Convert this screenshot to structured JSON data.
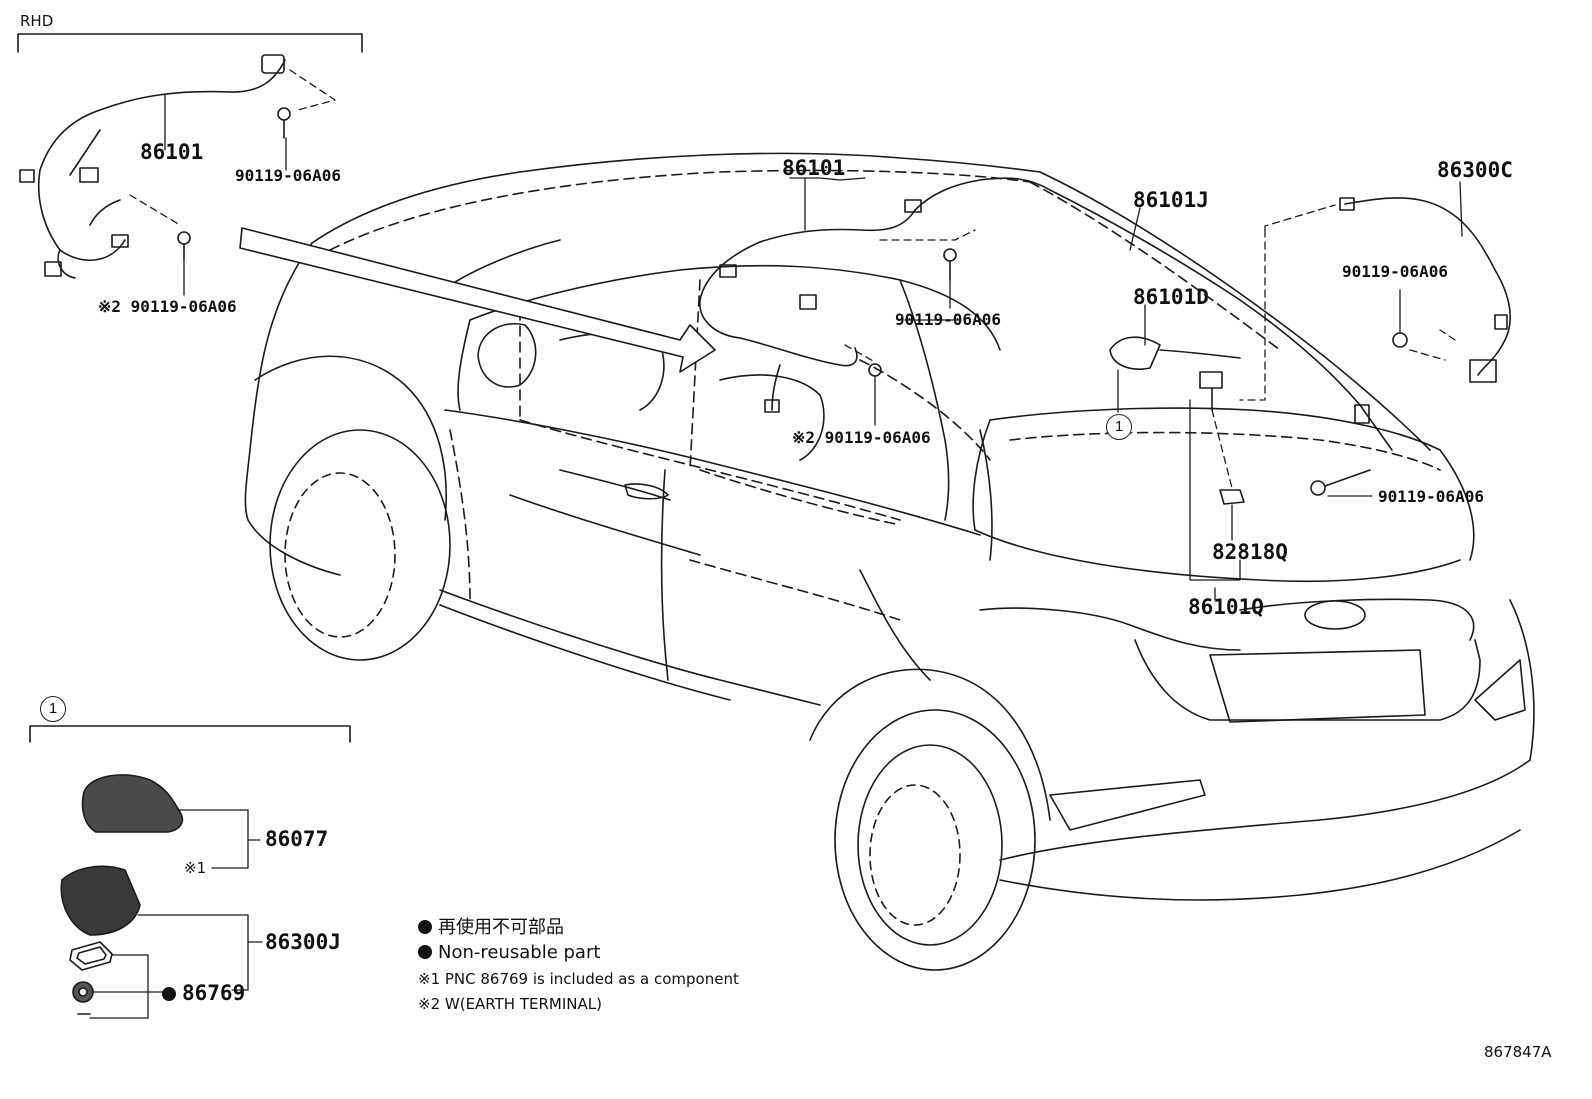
{
  "section_labels": {
    "rhd": "RHD",
    "ref_1": "1",
    "inset_ref": "1"
  },
  "parts": {
    "p86101_rhd": "86101",
    "p90119_rhd_top": "90119-06A06",
    "p90119_rhd_bottom": "※2 90119-06A06",
    "p86101_main": "86101",
    "p90119_center": "90119-06A06",
    "p90119_center_earth": "※2 90119-06A06",
    "p86101J": "86101J",
    "p86101D": "86101D",
    "p86300C": "86300C",
    "p90119_right_top": "90119-06A06",
    "p90119_right_bottom": "90119-06A06",
    "p82818Q": "82818Q",
    "p86101Q": "86101Q",
    "p86077": "86077",
    "p86077_note": "※1",
    "p86300J": "86300J",
    "p86769": "86769"
  },
  "legend": {
    "jp": "再使用不可部品",
    "en": "Non-reusable part",
    "note1": "※1 PNC 86769 is included as a component",
    "note2": "※2 W(EARTH TERMINAL)"
  },
  "diagram_id": "867847A",
  "colors": {
    "line": "#1a1a1a",
    "background": "#ffffff"
  }
}
